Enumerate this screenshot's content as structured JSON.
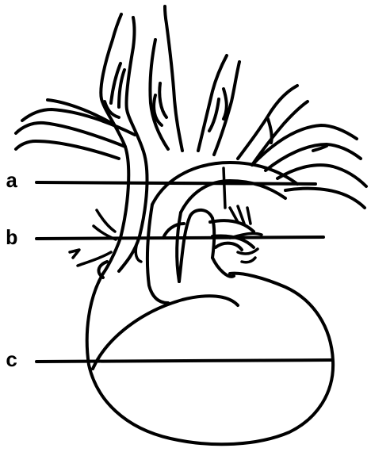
{
  "labels": {
    "a": "a",
    "b": "b",
    "c": "c"
  },
  "colors": {
    "ink": "#000000",
    "background": "#ffffff"
  },
  "icons": [
    "heart-outline",
    "vessel"
  ]
}
